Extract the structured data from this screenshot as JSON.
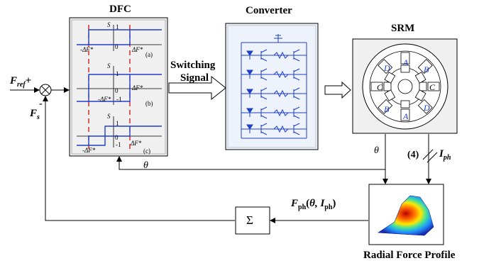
{
  "blocks": {
    "dfc": "DFC",
    "converter": "Converter",
    "srm": "SRM",
    "profile": "Radial Force Profile",
    "sum_symbol": "Σ"
  },
  "switching": {
    "line1": "Switching",
    "line2": "Signal"
  },
  "signals": {
    "fref_main": "F",
    "fref_sub": "ref",
    "plus": "+",
    "minus": "-",
    "fs_main": "F",
    "fs_sub": "s",
    "theta": "θ",
    "phase_count": "(4)",
    "iph_main": "I",
    "iph_sub": "ph",
    "fph_main": "F",
    "fph_sub": "ph",
    "fph_args_open": "(",
    "fph_theta": "θ",
    "fph_comma": ", I",
    "fph_args_sub": "ph",
    "fph_args_close": ")"
  },
  "dfc_plots": [
    {
      "tag": "(a)",
      "s_label": "S",
      "one": "1",
      "zero": "0",
      "neg": "-ΔF*",
      "pos": "ΔF*"
    },
    {
      "tag": "(b)",
      "s_label": "S",
      "one": "1",
      "zero": "0",
      "neg": "-ΔF*",
      "pos": "ΔF*",
      "neg_one": "-1"
    },
    {
      "tag": "(c)",
      "s_label": "S",
      "one": "1",
      "zero": "0",
      "neg": "-ΔF*",
      "pos": "ΔF*",
      "neg_one": "-1"
    }
  ],
  "srm_poles": {
    "top": "A",
    "bottom": "A",
    "upper_right": "B",
    "lower_left": "B",
    "left": "C",
    "right": "C",
    "upper_left": "D",
    "lower_right": "D"
  },
  "colors": {
    "block_fill": "#f0f0f0",
    "converter_fill": "#eef3fb",
    "hysteresis_blue": "#1f3fc8",
    "axis_dash_red": "#d01010",
    "line": "#000000"
  }
}
